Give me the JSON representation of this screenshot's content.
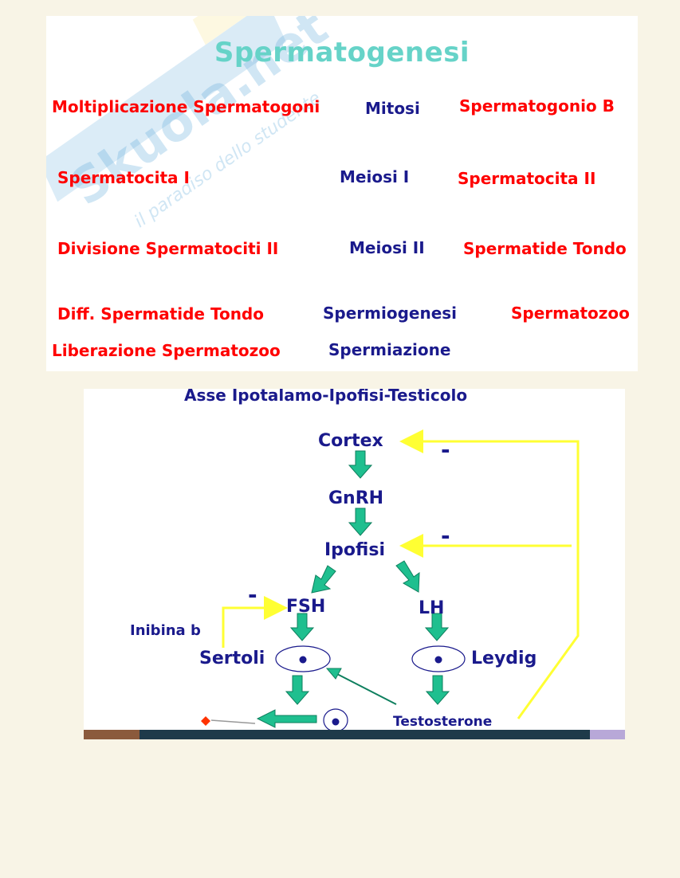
{
  "slide1": {
    "title": "Spermatogenesi",
    "watermark_text": "Skuola.net",
    "watermark_sub": "il paradiso dello studente",
    "rows": [
      {
        "left": "Moltiplicazione Spermatogoni",
        "middle": "Mitosi",
        "right": "Spermatogonio B"
      },
      {
        "left": "Spermatocita I",
        "middle": "Meiosi I",
        "right": "Spermatocita II"
      },
      {
        "left": "Divisione Spermatociti II",
        "middle": "Meiosi II",
        "right": "Spermatide Tondo"
      },
      {
        "left": "Diff. Spermatide Tondo",
        "middle": "Spermiogenesi",
        "right": "Spermatozoo"
      },
      {
        "left": "Liberazione Spermatozoo",
        "middle": "Spermiazione",
        "right": ""
      }
    ]
  },
  "slide2": {
    "title": "Asse Ipotalamo-Ipofisi-Testicolo",
    "nodes": {
      "cortex": "Cortex",
      "gnrh": "GnRH",
      "ipofisi": "Ipofisi",
      "fsh": "FSH",
      "lh": "LH",
      "inibina": "Inibina b",
      "sertoli": "Sertoli",
      "leydig": "Leydig",
      "testosterone": "Testosterone"
    },
    "minus": "-",
    "colors": {
      "arrow": "#1fbf8f",
      "feedback": "#ffff33",
      "text": "#1a1a8c"
    }
  }
}
